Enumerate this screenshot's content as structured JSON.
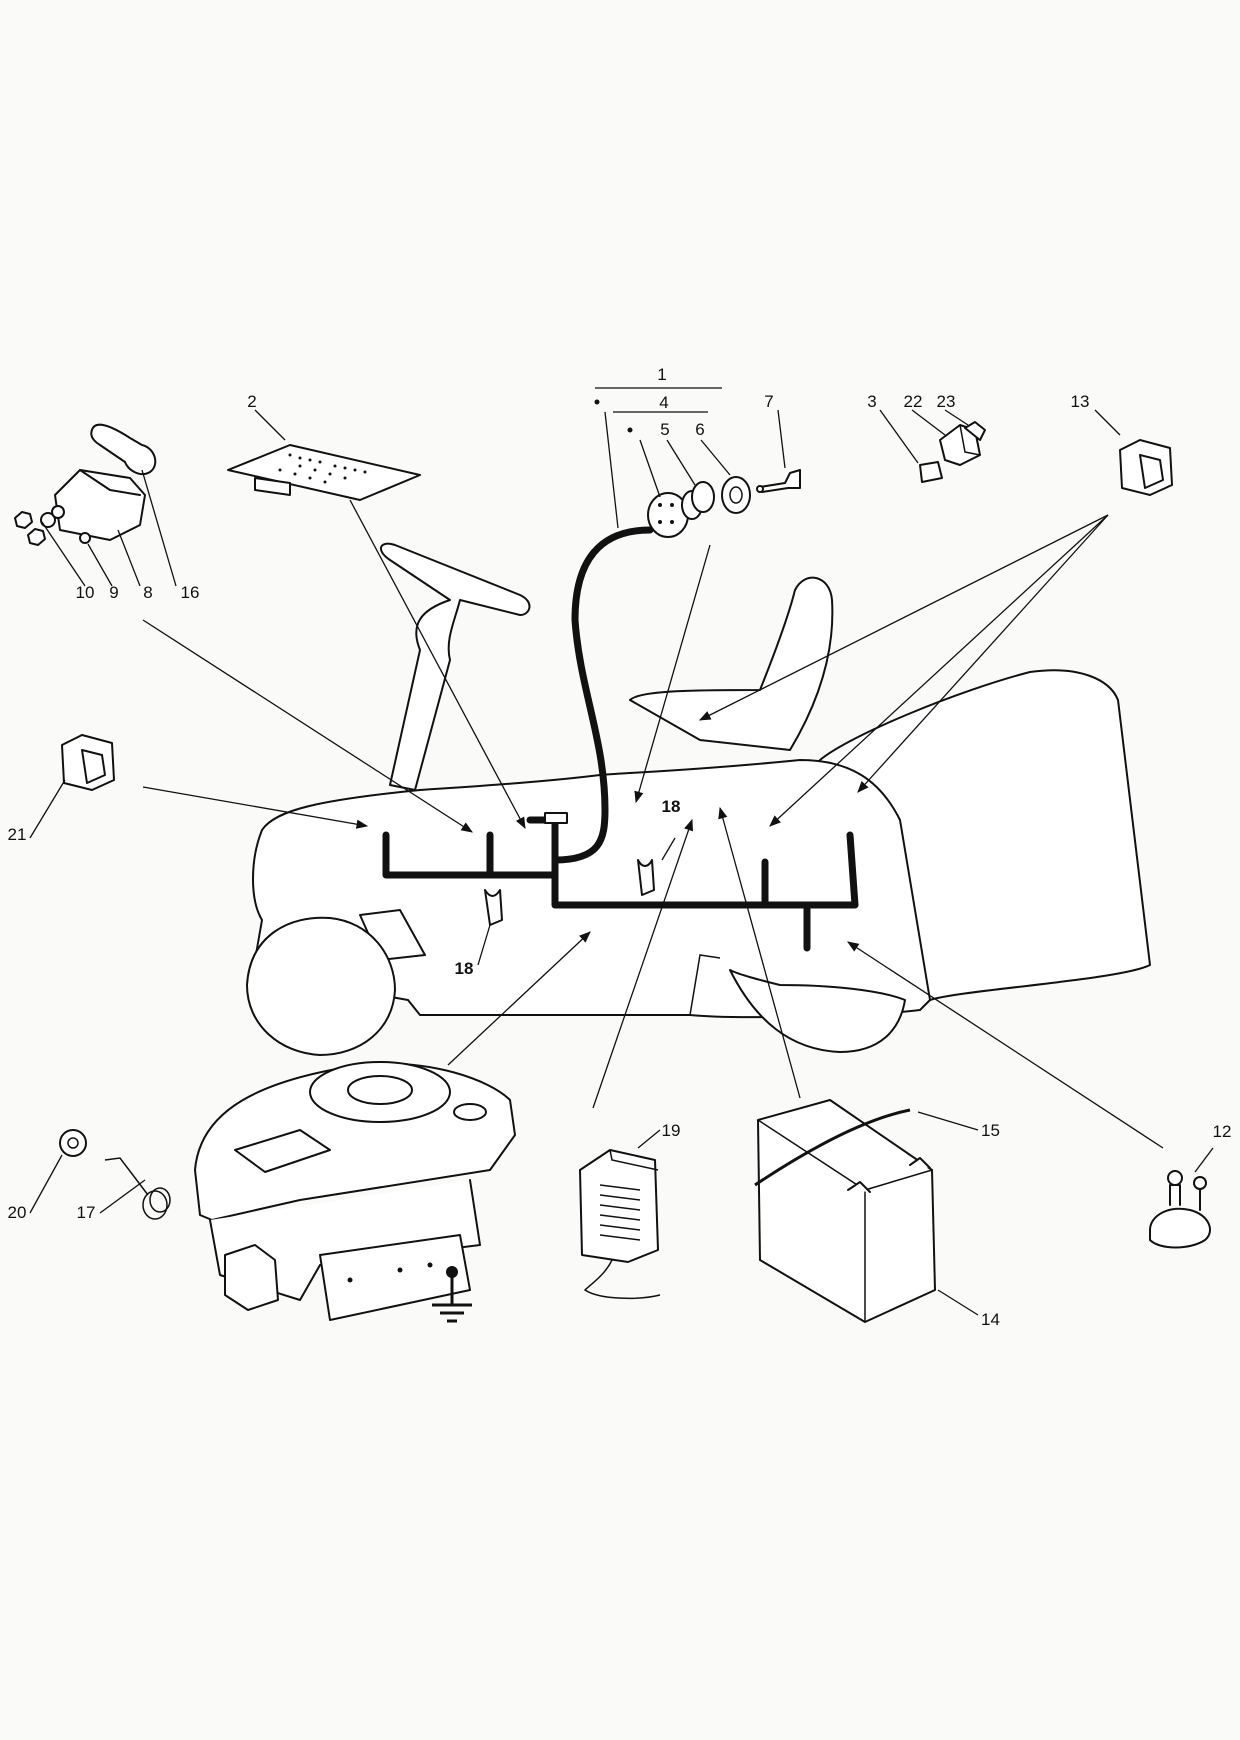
{
  "labels": [
    {
      "id": "1",
      "text": "1"
    },
    {
      "id": "2",
      "text": "2"
    },
    {
      "id": "3",
      "text": "3"
    },
    {
      "id": "4",
      "text": "4"
    },
    {
      "id": "5",
      "text": "5"
    },
    {
      "id": "6",
      "text": "6"
    },
    {
      "id": "7",
      "text": "7"
    },
    {
      "id": "8",
      "text": "8"
    },
    {
      "id": "9",
      "text": "9"
    },
    {
      "id": "10",
      "text": "10"
    },
    {
      "id": "12",
      "text": "12"
    },
    {
      "id": "13",
      "text": "13"
    },
    {
      "id": "14",
      "text": "14"
    },
    {
      "id": "15",
      "text": "15"
    },
    {
      "id": "16",
      "text": "16"
    },
    {
      "id": "17",
      "text": "17"
    },
    {
      "id": "18a",
      "text": "18"
    },
    {
      "id": "18b",
      "text": "18"
    },
    {
      "id": "19",
      "text": "19"
    },
    {
      "id": "20",
      "text": "20"
    },
    {
      "id": "21",
      "text": "21"
    },
    {
      "id": "22",
      "text": "22"
    },
    {
      "id": "23",
      "text": "23"
    }
  ],
  "colors": {
    "ink": "#111111",
    "paper": "#fafaf8",
    "fill": "#ffffff"
  },
  "icons": [
    "ground-symbol-icon",
    "arrow-head-icon"
  ]
}
